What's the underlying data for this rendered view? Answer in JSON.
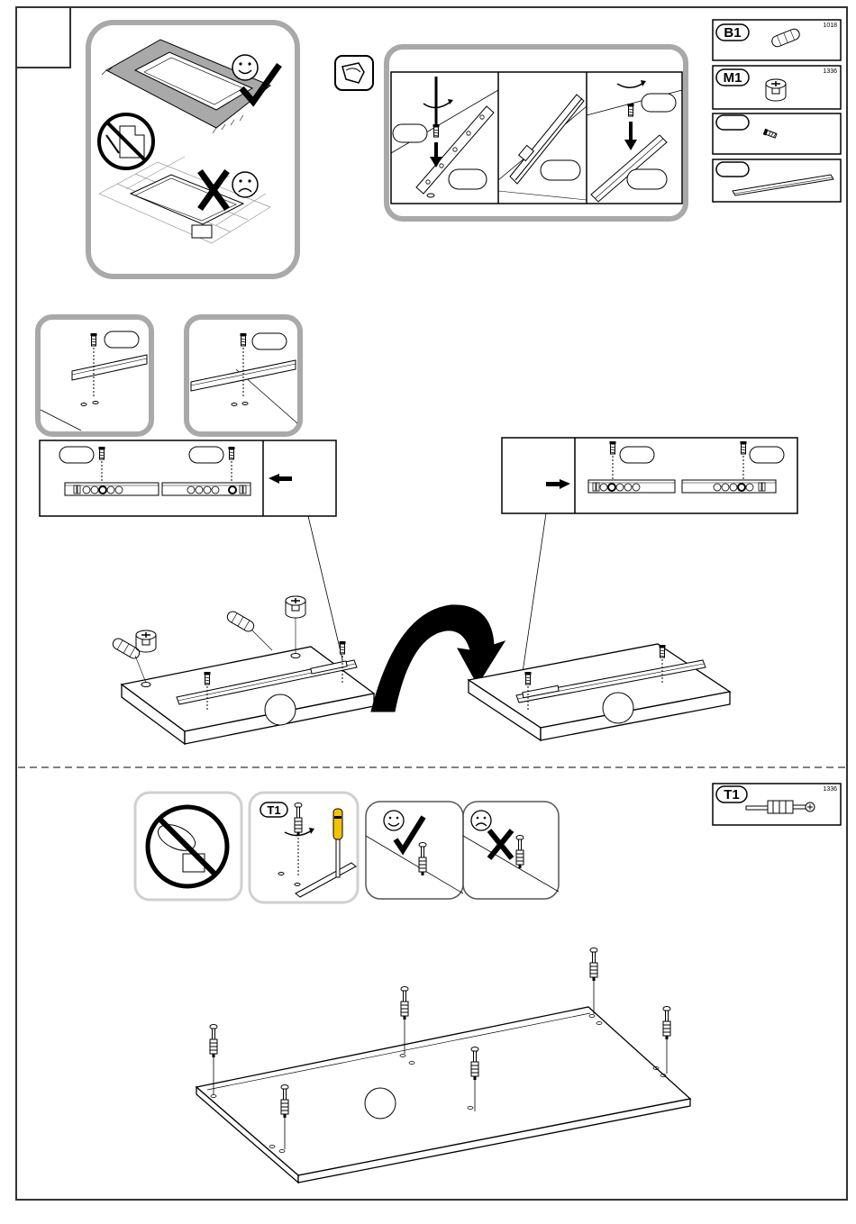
{
  "parts": [
    {
      "code": "B1",
      "count": "1018",
      "name": "wooden-dowel"
    },
    {
      "code": "M1",
      "count": "1336",
      "name": "cam-lock"
    },
    {
      "code": "",
      "count": "",
      "name": "short-screw"
    },
    {
      "code": "",
      "count": "",
      "name": "drawer-rail"
    }
  ],
  "tool": {
    "code": "T1",
    "count": "1336",
    "name": "cam-bolt"
  },
  "colors": {
    "line": "#000000",
    "panel_frame": "#a9a9a9",
    "screwdriver_handle": "#f2c400"
  }
}
